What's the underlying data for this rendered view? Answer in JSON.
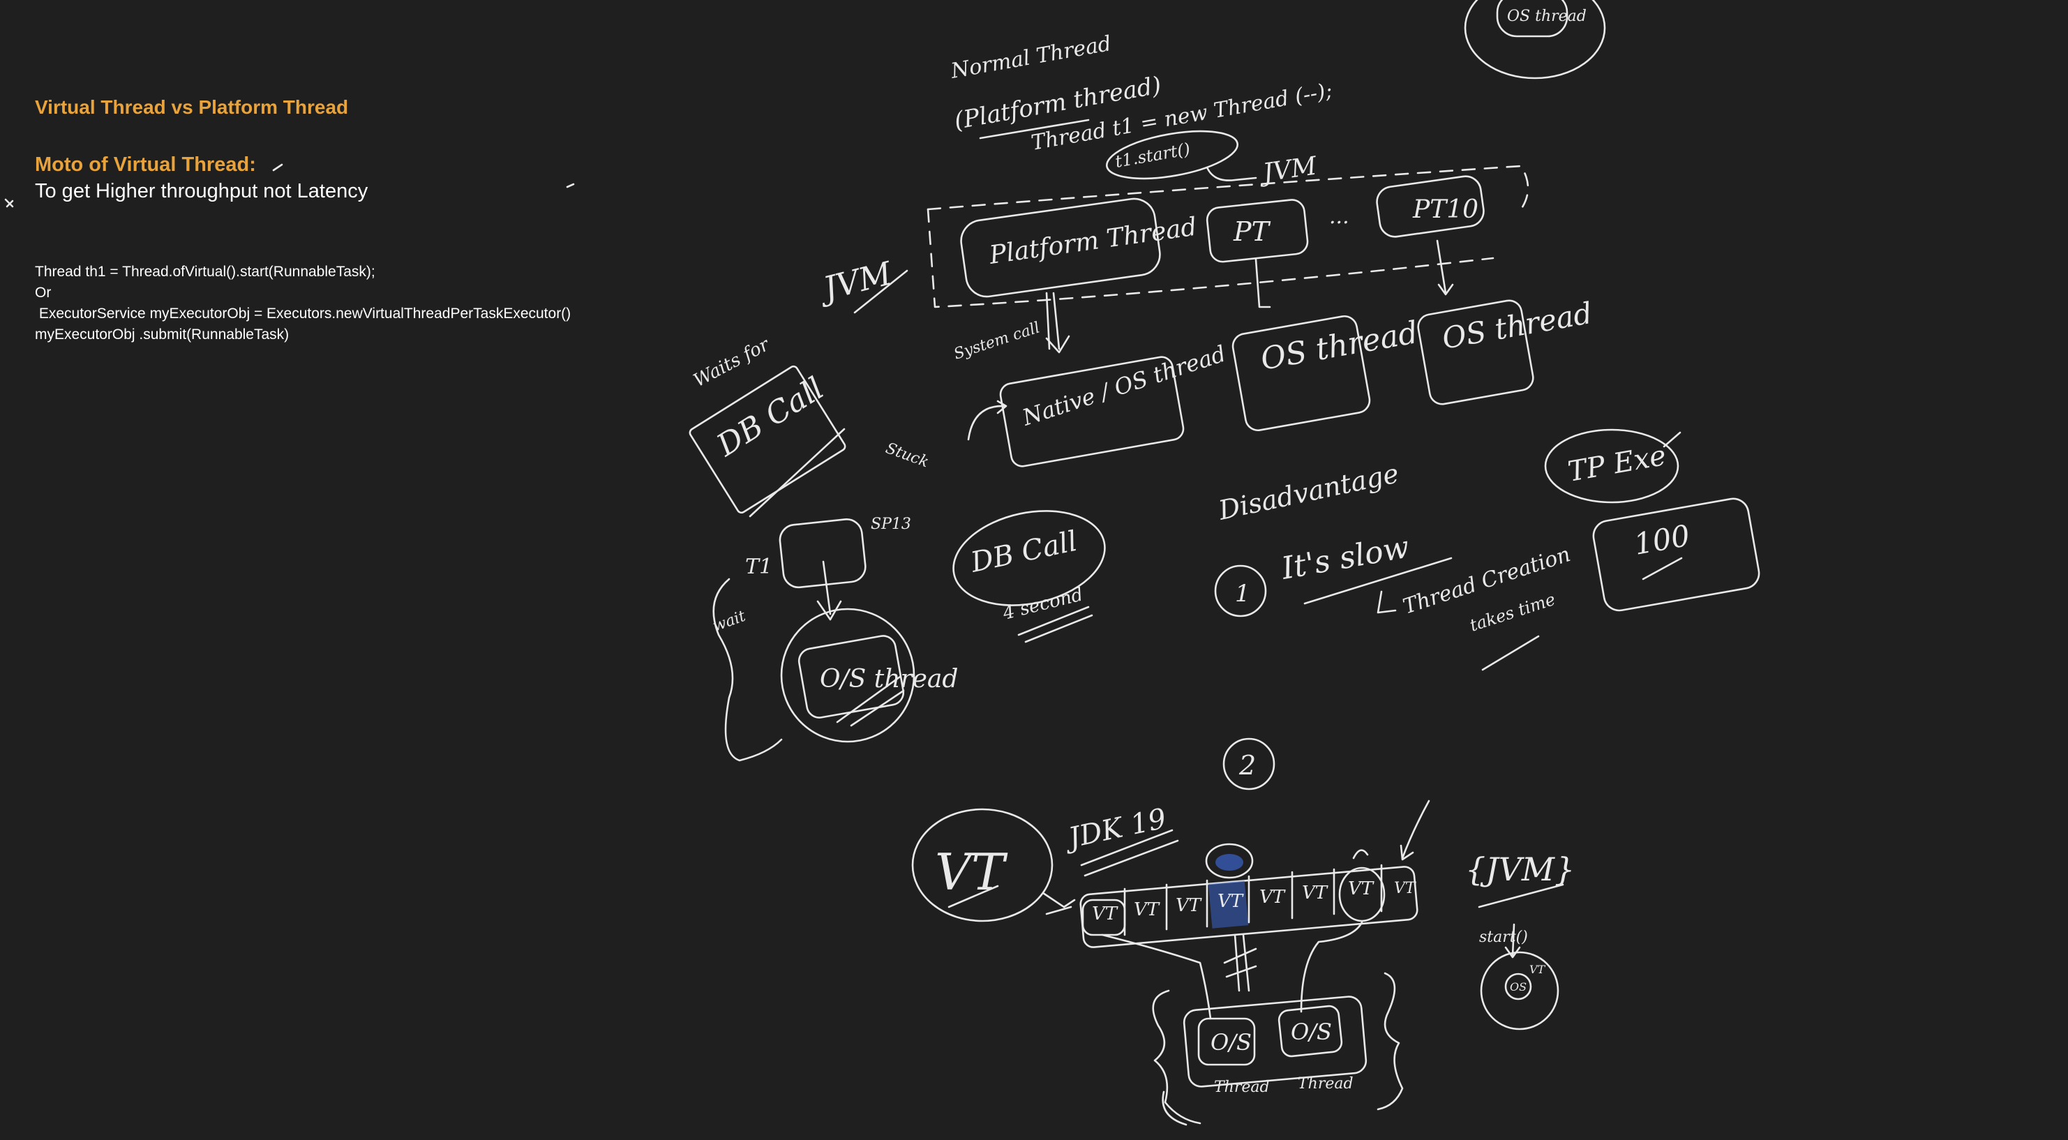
{
  "slide": {
    "title": "Virtual Thread vs Platform Thread",
    "motto_heading": "Moto of Virtual Thread:",
    "motto_text": "To get Higher throughput not Latency",
    "code_lines": [
      "Thread th1 = Thread.ofVirtual().start(RunnableTask);",
      "Or",
      " ExecutorService myExecutorObj = Executors.newVirtualThreadPerTaskExecutor()",
      "myExecutorObj .submit(RunnableTask)"
    ]
  },
  "sketch": {
    "normal_thread": "Normal Thread",
    "platform_thread_paren": "(Platform thread)",
    "thread_new": "Thread t1 = new Thread (--);",
    "t1_start": "t1.start()",
    "jvm_arrow": "JVM",
    "jvm_left": "JVM",
    "platform_thread_box": "Platform Thread",
    "pt": "PT",
    "pt10": "PT10",
    "ellipsis": "...",
    "syscall": "System call",
    "native_os_thread": "Native / OS thread",
    "os_thread_1": "OS thread",
    "os_thread_2": "OS thread",
    "os_thread_top": "OS thread",
    "waits_for": "Waits for",
    "db_call_big": "DB Call",
    "stuck": "Stuck",
    "t1_label": "T1",
    "sp": "SP13",
    "wait": "wait",
    "os_thread_circle": "O/S thread",
    "db_call_small": "DB Call",
    "db_call_sub": "4 second",
    "disadvantage": "Disadvantage",
    "num1": "1",
    "its_slow": "It's slow",
    "thread_creation": "Thread Creation",
    "takes_time": "takes time",
    "tp_exe": "TP Exe",
    "hundred": "100",
    "num2": "2",
    "vt_big": "VT",
    "jdk19": "JDK 19",
    "vt_cells": [
      "VT",
      "VT",
      "VT",
      "VT",
      "VT",
      "VT",
      "VT",
      "VT"
    ],
    "jvm_brace": "{JVM}",
    "start_small": "start()",
    "os_small": "OS",
    "vt_small": "VT",
    "os_a": "O/S",
    "os_b": "O/S",
    "thread_a": "Thread",
    "thread_b": "Thread"
  },
  "colors": {
    "background": "#1f1f1f",
    "title_accent": "#e8a33c",
    "ink": "#e9e9e9",
    "highlight": "#3a63c9"
  }
}
